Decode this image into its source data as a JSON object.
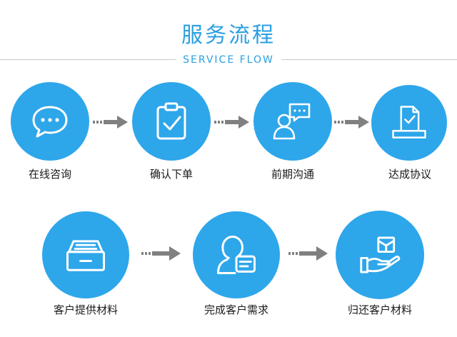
{
  "header": {
    "title": "服务流程",
    "subtitle": "SERVICE FLOW"
  },
  "steps": [
    {
      "label": "在线咨询",
      "icon": "chat-bubble-icon"
    },
    {
      "label": "确认下单",
      "icon": "clipboard-check-icon"
    },
    {
      "label": "前期沟通",
      "icon": "person-speech-icon"
    },
    {
      "label": "达成协议",
      "icon": "document-check-icon"
    },
    {
      "label": "客户提供材料",
      "icon": "file-drawer-icon"
    },
    {
      "label": "完成客户需求",
      "icon": "person-card-icon"
    },
    {
      "label": "归还客户材料",
      "icon": "hand-package-icon"
    }
  ],
  "colors": {
    "accent": "#2ea6ea",
    "title": "#2a9fe1",
    "arrow": "#808080"
  }
}
